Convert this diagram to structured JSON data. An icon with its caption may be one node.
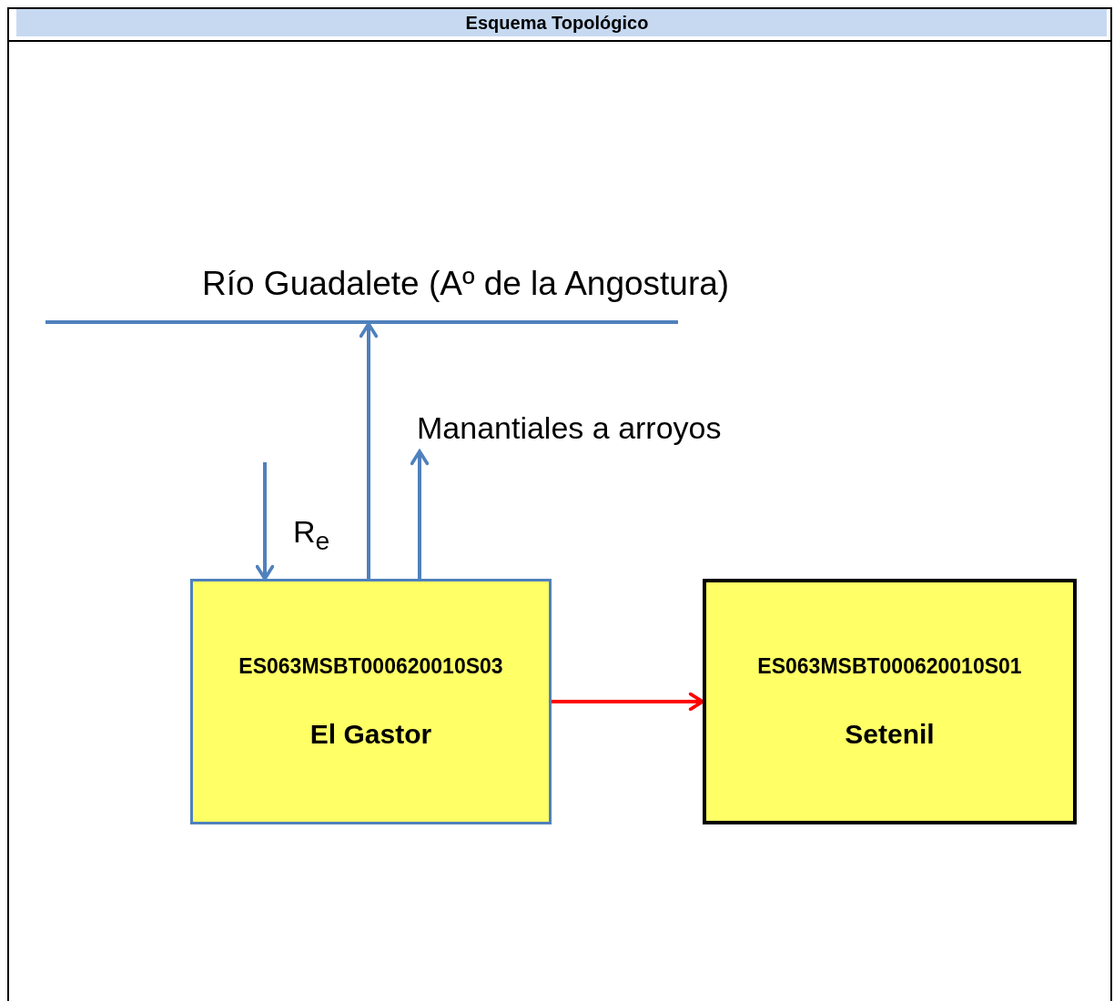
{
  "diagram": {
    "title": "Esquema Topológico",
    "nodes": [
      {
        "text": [
          "Río Guadalete (Aº de la Angostura)"
        ]
      },
      {
        "text": [
          "Manantiales a arroyos"
        ]
      },
      {
        "text": [
          "ES063MSBT000620010S03",
          "El Gastor"
        ]
      },
      {
        "text": [
          "ES063MSBT000620010S01",
          "Setenil"
        ]
      }
    ],
    "edges": [
      {
        "from": null,
        "to": 2,
        "arrow": "to",
        "label": "R$_{e}$"
      },
      {
        "from": 2,
        "to": 0,
        "arrow": "to"
      },
      {
        "from": 2,
        "to": 1,
        "arrow": "to"
      },
      {
        "from": 2,
        "to": 3,
        "arrow": "to",
        "color": "#ff0000"
      }
    ]
  }
}
